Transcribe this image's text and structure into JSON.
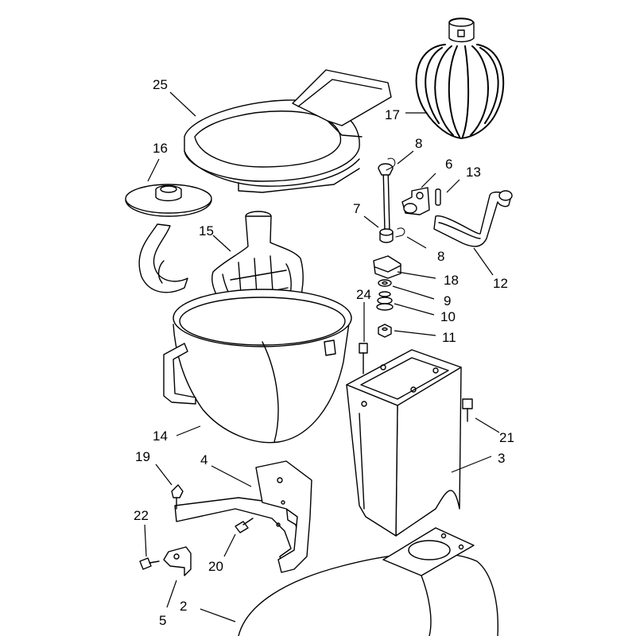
{
  "diagram": {
    "callouts": [
      {
        "id": "25",
        "label": "25"
      },
      {
        "id": "16",
        "label": "16"
      },
      {
        "id": "15",
        "label": "15"
      },
      {
        "id": "17",
        "label": "17"
      },
      {
        "id": "8a",
        "label": "8"
      },
      {
        "id": "6",
        "label": "6"
      },
      {
        "id": "13",
        "label": "13"
      },
      {
        "id": "7",
        "label": "7"
      },
      {
        "id": "8b",
        "label": "8"
      },
      {
        "id": "18",
        "label": "18"
      },
      {
        "id": "12",
        "label": "12"
      },
      {
        "id": "9",
        "label": "9"
      },
      {
        "id": "24",
        "label": "24"
      },
      {
        "id": "10",
        "label": "10"
      },
      {
        "id": "11",
        "label": "11"
      },
      {
        "id": "14",
        "label": "14"
      },
      {
        "id": "21",
        "label": "21"
      },
      {
        "id": "19",
        "label": "19"
      },
      {
        "id": "4",
        "label": "4"
      },
      {
        "id": "3",
        "label": "3"
      },
      {
        "id": "22",
        "label": "22"
      },
      {
        "id": "20",
        "label": "20"
      },
      {
        "id": "5",
        "label": "5"
      },
      {
        "id": "2",
        "label": "2"
      }
    ]
  }
}
